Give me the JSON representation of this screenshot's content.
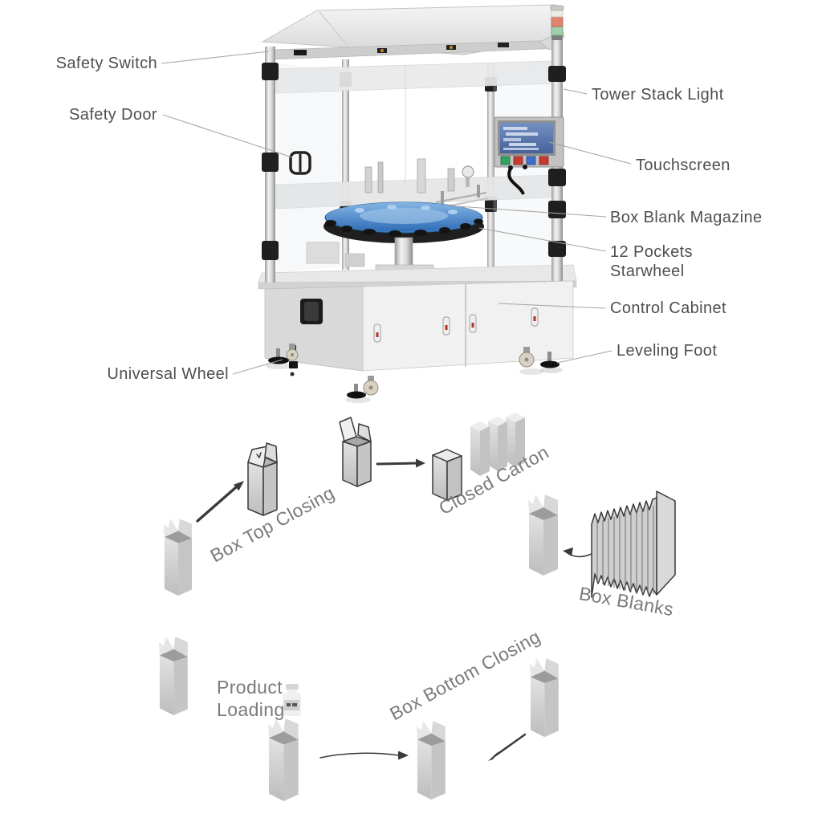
{
  "colors": {
    "background": "#ffffff",
    "callout_text": "#4f4f4f",
    "flow_text": "#7b7b7b",
    "leader_line": "#a6a6a6",
    "starwheel_blue": "#3f7cc0",
    "screen_blue": "#5b7db1",
    "stack_light_red": "#e2836d",
    "stack_light_green": "#9ed0a9",
    "machine_body": "#ededed",
    "carton_gray": "#d6d6d6"
  },
  "callouts": {
    "safety_switch": "Safety Switch",
    "safety_door": "Safety Door",
    "tower_stack_light": "Tower Stack Light",
    "touchscreen": "Touchscreen",
    "box_blank_magazine": "Box Blank Magazine",
    "starwheel_line1": "12 Pockets",
    "starwheel_line2": "Starwheel",
    "control_cabinet": "Control Cabinet",
    "leveling_foot": "Leveling Foot",
    "universal_wheel": "Universal Wheel"
  },
  "flow": {
    "box_top_closing": "Box Top Closing",
    "closed_carton": "Closed Carton",
    "box_blanks": "Box Blanks",
    "product_loading_line1": "Product",
    "product_loading_line2": "Loading",
    "box_bottom_closing": "Box Bottom Closing"
  }
}
